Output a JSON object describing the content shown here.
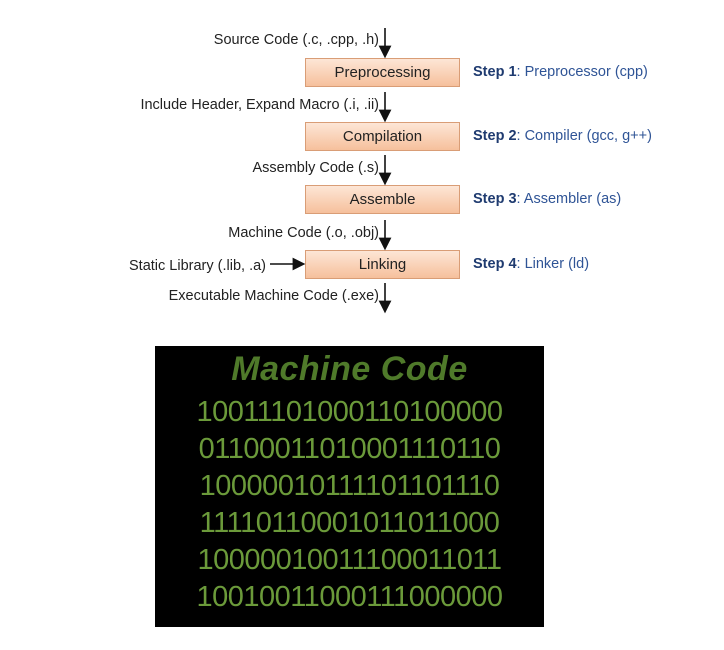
{
  "flow": {
    "source_label": "Source Code (.c, .cpp, .h)",
    "include_label": "Include Header, Expand Macro (.i, .ii)",
    "assembly_label": "Assembly Code (.s)",
    "machine_label": "Machine Code (.o, .obj)",
    "static_lib_label": "Static Library (.lib, .a)",
    "exe_label": "Executable Machine Code (.exe)",
    "stages": [
      {
        "name": "Preprocessing",
        "step": "Step 1",
        "tool": ": Preprocessor (cpp)"
      },
      {
        "name": "Compilation",
        "step": "Step 2",
        "tool": ": Compiler (gcc, g++)"
      },
      {
        "name": "Assemble",
        "step": "Step 3",
        "tool": ": Assembler (as)"
      },
      {
        "name": "Linking",
        "step": "Step 4",
        "tool": ": Linker (ld)"
      }
    ]
  },
  "machine_code": {
    "title": "Machine Code",
    "lines": [
      "10011101000110100000",
      "01100011010001110110",
      "10000010111101101110",
      "11110110001011011000",
      "10000010011100011011",
      "10010011000111000000"
    ]
  },
  "colors": {
    "box_fill": "#f6c09c",
    "step_text": "#2f5496",
    "binary_green": "#6b9a3a"
  }
}
